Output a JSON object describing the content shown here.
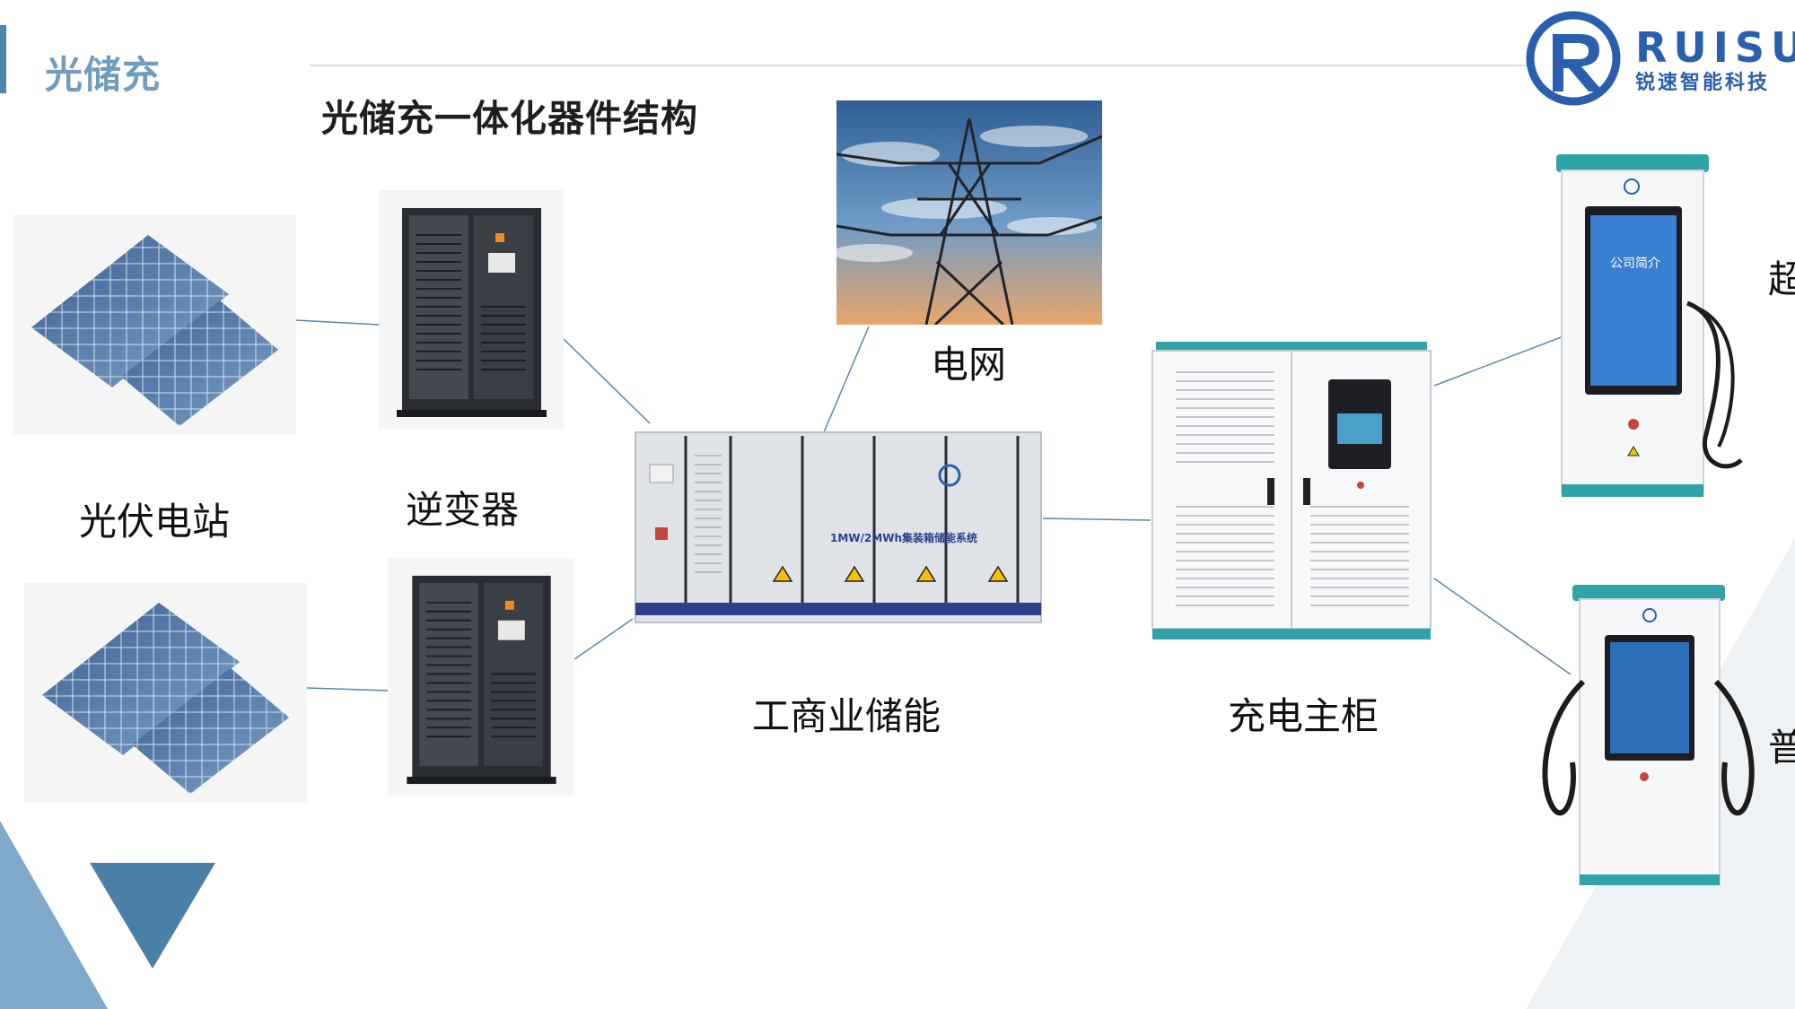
{
  "header": {
    "section_title": "光储充",
    "main_title": "光储充一体化器件结构"
  },
  "logo": {
    "brand": "RUISU",
    "subtitle": "锐速智能科技"
  },
  "components": {
    "pv_station": "光伏电站",
    "inverter": "逆变器",
    "grid": "电网",
    "storage": "工商业储能",
    "storage_plate": "1MW/2MWh集装箱储能系统",
    "charging_cabinet": "充电主柜",
    "super_charger_partial": "超",
    "normal_charger_partial": "普",
    "charger_screen_text": "公司简介"
  },
  "colors": {
    "accent_blue": "#4f86ad",
    "section_title": "#6f9cbf",
    "logo_blue": "#2a5fae",
    "teal": "#2fa3a8",
    "link_line": "#5b86a8"
  }
}
